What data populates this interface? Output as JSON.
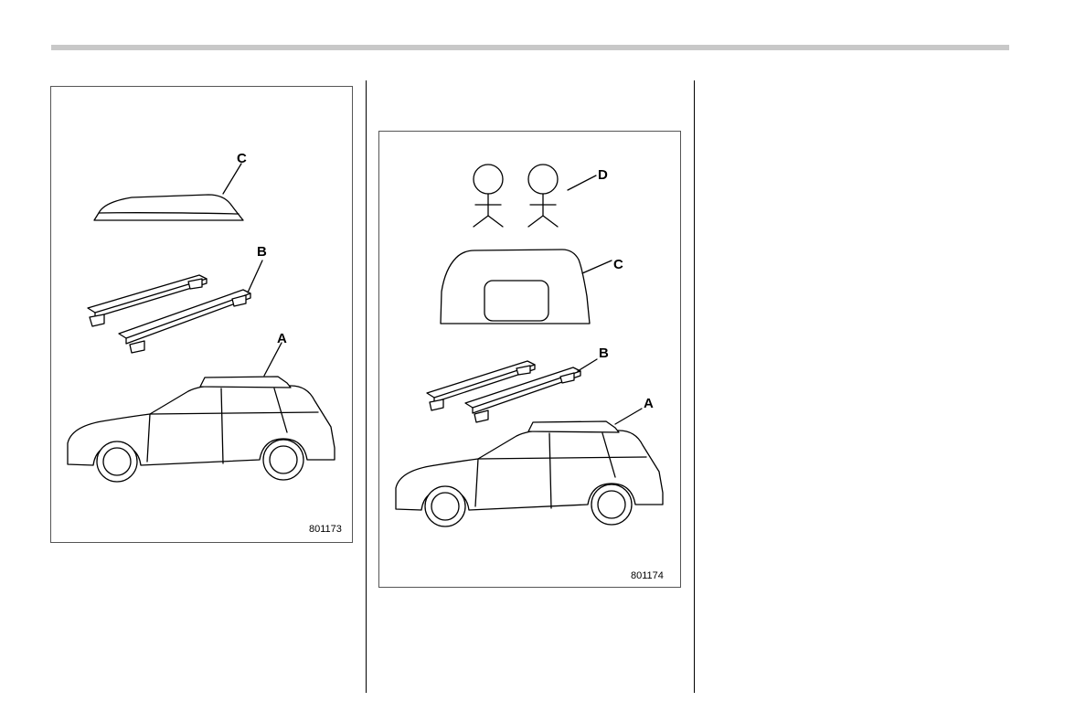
{
  "figure_1": {
    "code": "801173",
    "labels": {
      "a": "A",
      "b": "B",
      "c": "C"
    }
  },
  "figure_2": {
    "code": "801174",
    "labels": {
      "a": "A",
      "b": "B",
      "c": "C",
      "d": "D"
    }
  }
}
